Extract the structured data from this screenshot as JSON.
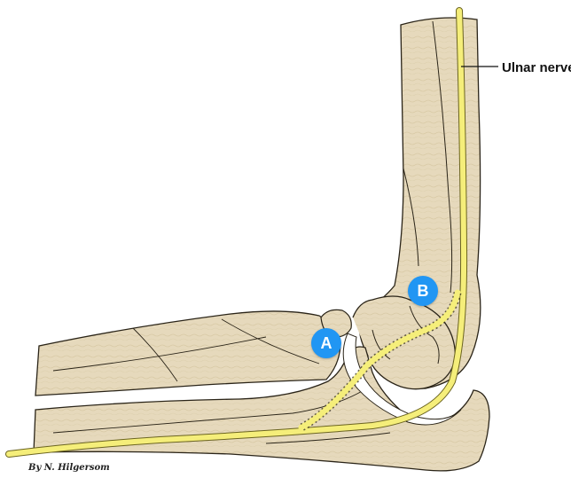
{
  "labels": {
    "nerve": "Ulnar nerve",
    "marker_a": "A",
    "marker_b": "B",
    "credit": "By N. Hilgersom"
  },
  "colors": {
    "bone": "#e6d9bc",
    "bone_outline": "#2a2418",
    "nerve": "#f5ee7a",
    "nerve_outline": "#6b6420",
    "marker": "#2196f3"
  },
  "icons": {
    "marker_shape": "circle-badge"
  }
}
